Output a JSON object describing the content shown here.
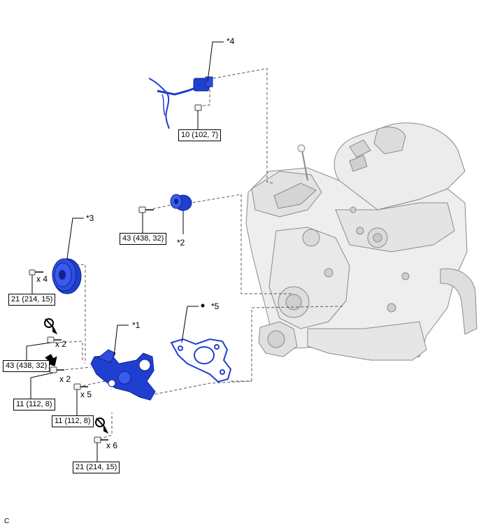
{
  "callouts": {
    "c1": "*1",
    "c2": "*2",
    "c3": "*3",
    "c4": "*4",
    "c5": "*5"
  },
  "torque": {
    "t_sensor": "10 (102, 7)",
    "t_idler": "43 (438, 32)",
    "t_pulley": "21 (214, 15)",
    "t_pump_upper": "43 (438, 32)",
    "t_pump_a": "11 (112, 8)",
    "t_pump_b": "11 (112, 8)",
    "t_pump_bottom": "21 (214, 15)"
  },
  "quantities": {
    "q_pulley": "x 4",
    "q_pump_upper": "x 2",
    "q_pump_a": "x 2",
    "q_pump_b": "x 5",
    "q_pump_bottom": "x 6"
  },
  "corner_label": "C",
  "colors": {
    "part_blue": "#1f3fd1",
    "part_blue_dark": "#0f2490",
    "engine_fill": "#e8e8e8",
    "engine_line": "#8a8a8a",
    "leader": "#000000",
    "dashed": "#555555"
  },
  "icons": {
    "new_part": "no-reuse-symbol",
    "precoat": "arrow-precoat-symbol",
    "gasket_dot": "bullet-dot"
  }
}
